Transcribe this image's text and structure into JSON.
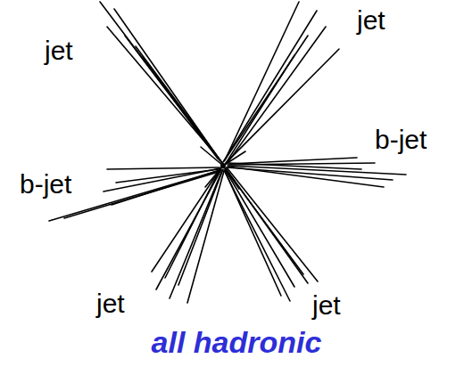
{
  "diagram": {
    "caption": "all hadronic",
    "labels": [
      "jet",
      "jet",
      "b-jet",
      "b-jet",
      "jet",
      "jet"
    ]
  }
}
